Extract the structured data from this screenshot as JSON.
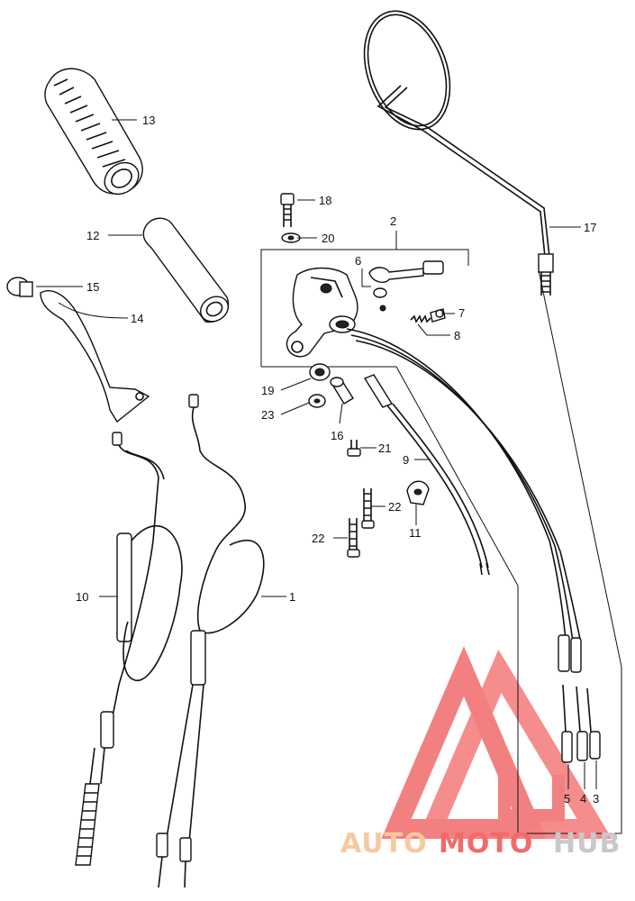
{
  "callouts": [
    {
      "id": "c1",
      "text": "1"
    },
    {
      "id": "c2",
      "text": "2"
    },
    {
      "id": "c3",
      "text": "3"
    },
    {
      "id": "c4",
      "text": "4"
    },
    {
      "id": "c5",
      "text": "5"
    },
    {
      "id": "c6",
      "text": "6"
    },
    {
      "id": "c7",
      "text": "7"
    },
    {
      "id": "c8",
      "text": "8"
    },
    {
      "id": "c9",
      "text": "9"
    },
    {
      "id": "c10",
      "text": "10"
    },
    {
      "id": "c11",
      "text": "11"
    },
    {
      "id": "c12",
      "text": "12"
    },
    {
      "id": "c13",
      "text": "13"
    },
    {
      "id": "c14",
      "text": "14"
    },
    {
      "id": "c15",
      "text": "15"
    },
    {
      "id": "c16",
      "text": "16"
    },
    {
      "id": "c17",
      "text": "17"
    },
    {
      "id": "c18",
      "text": "18"
    },
    {
      "id": "c19",
      "text": "19"
    },
    {
      "id": "c20",
      "text": "20"
    },
    {
      "id": "c21",
      "text": "21"
    },
    {
      "id": "c22a",
      "text": "22"
    },
    {
      "id": "c22b",
      "text": "22"
    },
    {
      "id": "c23",
      "text": "23"
    }
  ],
  "watermark": {
    "part1": "AUTO",
    "part2": "MOTO",
    "part3": "HUB",
    "colors": {
      "light": "#f7c9a0",
      "red": "#f26a6a",
      "gray": "#d9d9d9"
    }
  }
}
